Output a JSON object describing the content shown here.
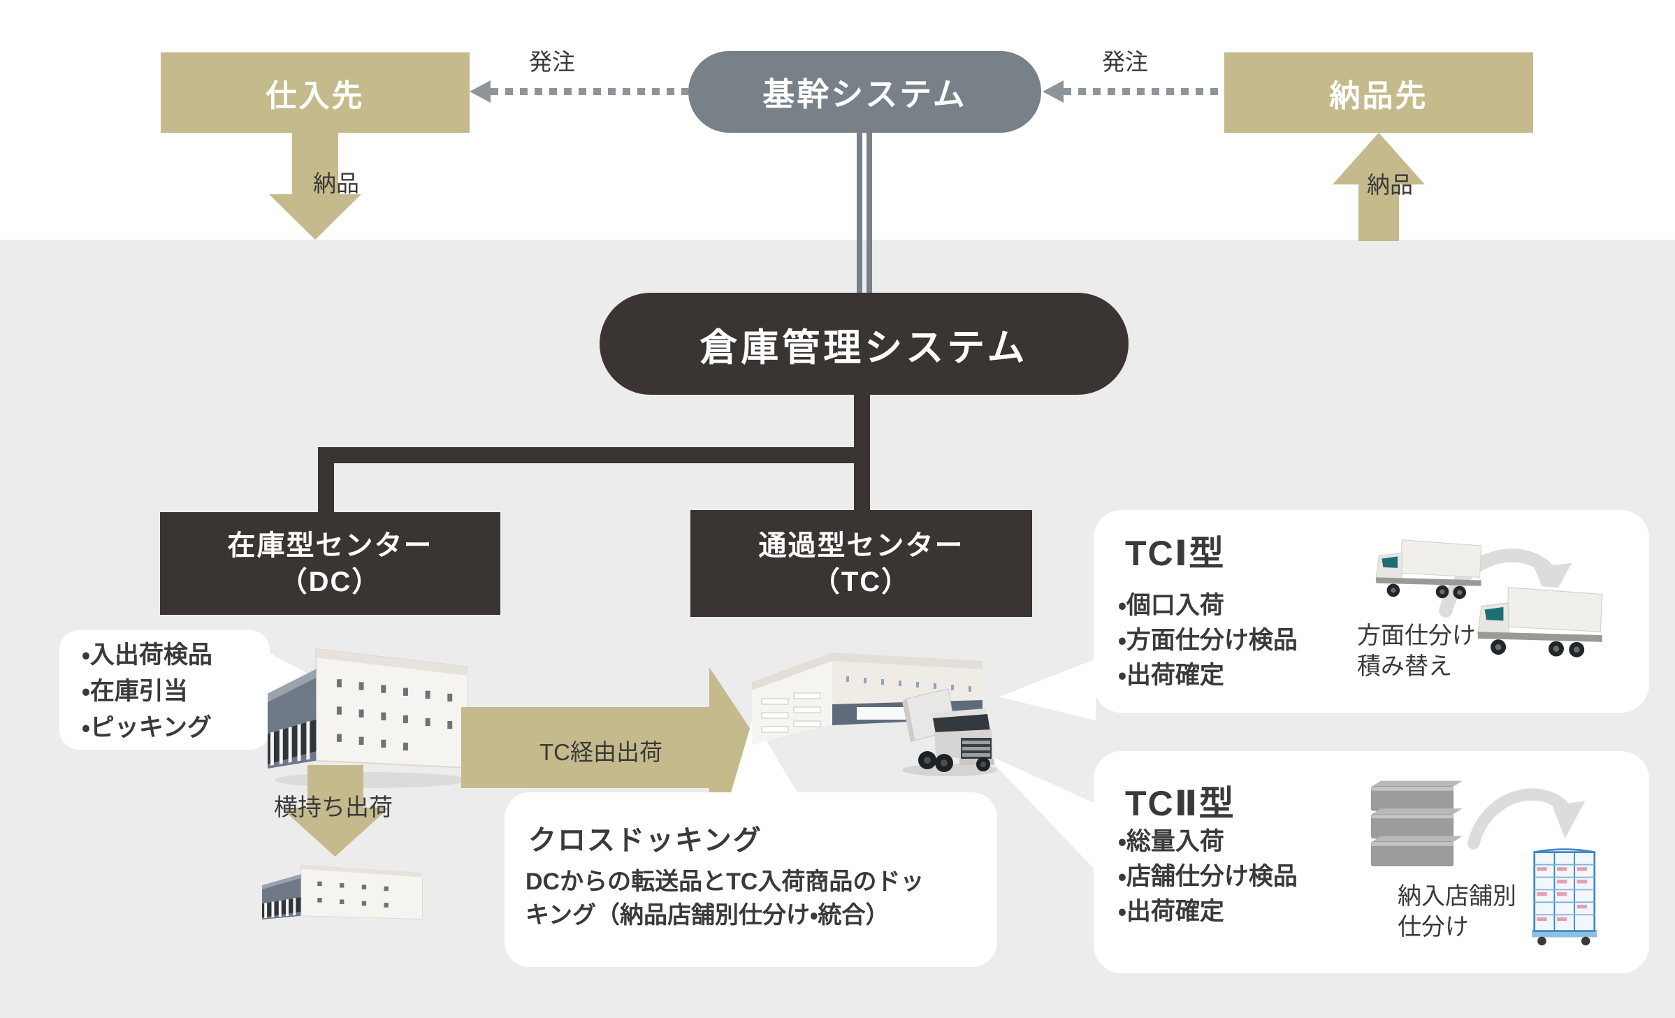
{
  "colors": {
    "tan": "#c4ba8b",
    "slate": "#788088",
    "dark": "#3a3433",
    "bg_band": "#ececec",
    "text_dark": "#3a3a3a",
    "dotted": "#8d959b",
    "card": "#ffffff"
  },
  "top": {
    "supplier_label": "仕入先",
    "core_system_label": "基幹システム",
    "destination_label": "納品先",
    "order_left_label": "発注",
    "order_right_label": "発注",
    "delivery_left_label": "納品",
    "delivery_right_label": "納品"
  },
  "wms_label": "倉庫管理システム",
  "dc_center": {
    "title_line1": "在庫型センター",
    "title_line2": "（DC）",
    "functions": [
      "・入出荷検品",
      "・在庫引当",
      "・ピッキング"
    ]
  },
  "tc_center": {
    "title_line1": "通過型センター",
    "title_line2": "（TC）"
  },
  "flow_labels": {
    "tc_via_shipping": "TC経由出荷",
    "lateral_shipping": "横持ち出荷"
  },
  "cross_docking": {
    "title": "クロスドッキング",
    "body_line1": "DCからの転送品とTC入荷商品のドッ",
    "body_line2": "キング（納品店舗別仕分け・統合）"
  },
  "tc_type1": {
    "title": "TCⅠ型",
    "items": [
      "・個口入荷",
      "・方面仕分け検品",
      "・出荷確定"
    ],
    "caption_line1": "方面仕分け",
    "caption_line2": "積み替え"
  },
  "tc_type2": {
    "title": "TCⅡ型",
    "items": [
      "・総量入荷",
      "・店舗仕分け検品",
      "・出荷確定"
    ],
    "caption_line1": "納入店舗別",
    "caption_line2": "仕分け"
  }
}
